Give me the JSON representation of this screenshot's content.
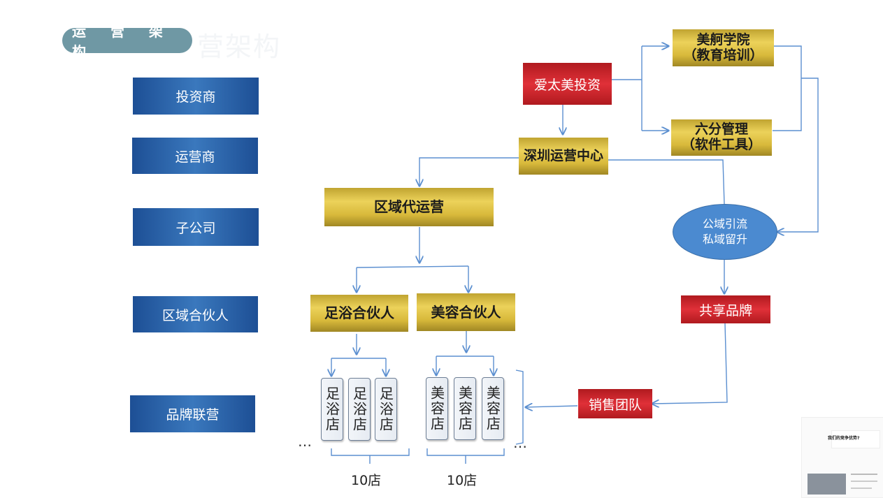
{
  "title": "运 营 架 构",
  "title_ghost": "营架构",
  "levels": [
    "投资商",
    "运营商",
    "子公司",
    "区域合伙人",
    "品牌联营"
  ],
  "nodes": {
    "investment": "爱太美投资",
    "academy_line1": "美舸学院",
    "academy_line2": "（教育培训）",
    "management_line1": "六分管理",
    "management_line2": "（软件工具）",
    "center": "深圳运营中心",
    "regional": "区域代运营",
    "footbath_partner": "足浴合伙人",
    "beauty_partner": "美容合伙人",
    "traffic_line1": "公域引流",
    "traffic_line2": "私域留升",
    "shared_brand": "共享品牌",
    "sales_team": "销售团队"
  },
  "stores": {
    "footbath": [
      "足浴店",
      "足浴店",
      "足浴店"
    ],
    "beauty": [
      "美容店",
      "美容店",
      "美容店"
    ],
    "count_footbath": "10店",
    "count_beauty": "10店",
    "ellipsis": "…"
  },
  "thumbnail": {
    "title": "我们的竞争优势?"
  },
  "colors": {
    "blue": "#2a62a8",
    "gold": "#d8b93b",
    "red": "#d02a31",
    "connector": "#5b8fd0",
    "pill": "#6f98a4"
  }
}
